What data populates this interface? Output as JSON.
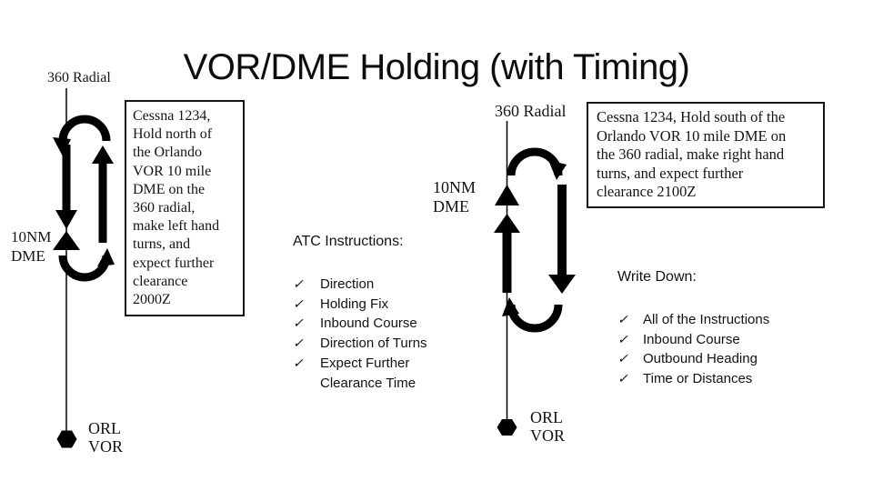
{
  "slide": {
    "title": "VOR/DME Holding (with Timing)",
    "background": "#ffffff",
    "ink": "#000000"
  },
  "glyphs": {
    "check": "✓"
  },
  "left_diagram": {
    "radial_label": "360 Radial",
    "fix_label": "10NM\nDME",
    "vor_label": "ORL\nVOR",
    "turn_direction": "left",
    "clearance_text": "Cessna 1234,\nHold north of\nthe Orlando\nVOR 10 mile\nDME on the\n360 radial,\nmake left hand\nturns, and\nexpect further\nclearance\n2000Z"
  },
  "right_diagram": {
    "radial_label": "360 Radial",
    "fix_label": "10NM\nDME",
    "vor_label": "ORL\nVOR",
    "turn_direction": "right",
    "clearance_text": "Cessna 1234, Hold south of the\nOrlando VOR 10 mile DME on\nthe 360 radial, make right hand\nturns, and expect further\nclearance 2100Z"
  },
  "atc_instructions": {
    "heading": "ATC Instructions:",
    "items": [
      "Direction",
      "Holding Fix",
      "Inbound Course",
      "Direction of Turns",
      "Expect Further\nClearance Time"
    ]
  },
  "write_down": {
    "heading": "Write Down:",
    "items": [
      "All of the Instructions",
      "Inbound Course",
      "Outbound Heading",
      "Time or Distances"
    ]
  }
}
